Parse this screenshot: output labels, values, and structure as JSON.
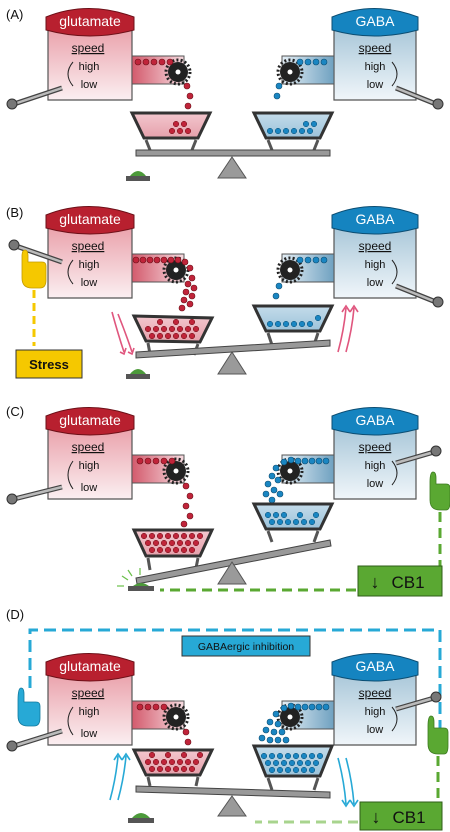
{
  "figure": {
    "panels": [
      {
        "tag": "(A)",
        "left_tank": {
          "title": "glutamate",
          "speed_label": "speed",
          "high_label": "high",
          "low_label": "low",
          "lever": "low"
        },
        "right_tank": {
          "title": "GABA",
          "speed_label": "speed",
          "high_label": "high",
          "low_label": "low",
          "lever": "low"
        },
        "seesaw_tilt": "level",
        "button_pressed": false
      },
      {
        "tag": "(B)",
        "left_tank": {
          "title": "glutamate",
          "speed_label": "speed",
          "high_label": "high",
          "low_label": "low",
          "lever": "high"
        },
        "right_tank": {
          "title": "GABA",
          "speed_label": "speed",
          "high_label": "high",
          "low_label": "low",
          "lever": "low"
        },
        "seesaw_tilt": "left-down",
        "button_pressed": false,
        "trigger_label": "Stress"
      },
      {
        "tag": "(C)",
        "left_tank": {
          "title": "glutamate",
          "speed_label": "speed",
          "high_label": "high",
          "low_label": "low",
          "lever": "low"
        },
        "right_tank": {
          "title": "GABA",
          "speed_label": "speed",
          "high_label": "high",
          "low_label": "low",
          "lever": "high"
        },
        "seesaw_tilt": "left-down",
        "button_pressed": true,
        "trigger_label": "CB1"
      },
      {
        "tag": "(D)",
        "left_tank": {
          "title": "glutamate",
          "speed_label": "speed",
          "high_label": "high",
          "low_label": "low",
          "lever": "low"
        },
        "right_tank": {
          "title": "GABA",
          "speed_label": "speed",
          "high_label": "high",
          "low_label": "low",
          "lever": "high"
        },
        "seesaw_tilt": "right-down",
        "button_pressed": false,
        "trigger_label": "CB1",
        "feedback_label": "GABAergic inhibition"
      }
    ],
    "colors": {
      "glutamate": "#c0243a",
      "gaba": "#1a86c2",
      "stress": "#f5c800",
      "cb1": "#5aa832",
      "feedback": "#27a9d6",
      "seesaw": "#8a8a8a",
      "button": "#4c9a3a"
    },
    "icons": [
      "gear-icon",
      "pointing-hand-icon",
      "down-arrow-icon",
      "lever-icon",
      "button-icon",
      "fulcrum-icon"
    ]
  }
}
